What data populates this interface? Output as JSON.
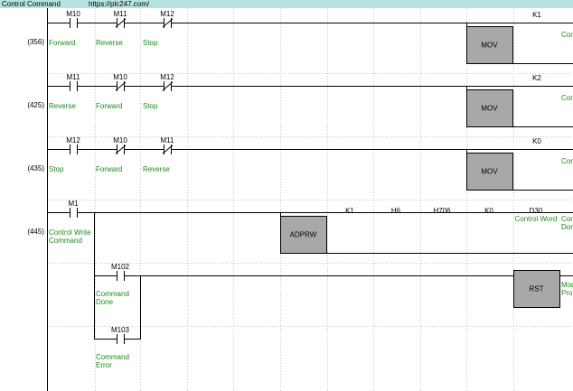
{
  "title_bar": {
    "name": "Control Command",
    "url": "https://plc247.com/"
  },
  "rungs": [
    {
      "step": "(356)",
      "contacts": [
        {
          "device": "M10",
          "comment": "Forward",
          "type": "NO"
        },
        {
          "device": "M11",
          "comment": "Reverse",
          "type": "NC"
        },
        {
          "device": "M12",
          "comment": "Stop",
          "type": "NC"
        }
      ],
      "instruction": {
        "mnemonic": "MOV",
        "operands": [
          "K1"
        ],
        "operand_comment": "Cont"
      }
    },
    {
      "step": "(425)",
      "contacts": [
        {
          "device": "M11",
          "comment": "Reverse",
          "type": "NO"
        },
        {
          "device": "M10",
          "comment": "Forward",
          "type": "NC"
        },
        {
          "device": "M12",
          "comment": "Stop",
          "type": "NC"
        }
      ],
      "instruction": {
        "mnemonic": "MOV",
        "operands": [
          "K2"
        ],
        "operand_comment": "Cont"
      }
    },
    {
      "step": "(435)",
      "contacts": [
        {
          "device": "M12",
          "comment": "Stop",
          "type": "NO"
        },
        {
          "device": "M10",
          "comment": "Forward",
          "type": "NC"
        },
        {
          "device": "M11",
          "comment": "Reverse",
          "type": "NC"
        }
      ],
      "instruction": {
        "mnemonic": "MOV",
        "operands": [
          "K0"
        ],
        "operand_comment": "Cont"
      }
    },
    {
      "step": "(445)",
      "contacts": [
        {
          "device": "M1",
          "comment": "Control Write Command",
          "type": "NO"
        }
      ],
      "instruction": {
        "mnemonic": "ADPRW",
        "operands": [
          "K1",
          "H6",
          "H706",
          "K0",
          "D30"
        ],
        "operand_comments": [
          "",
          "",
          "",
          "",
          "Control Word"
        ],
        "operand_comment": "Cont Don"
      },
      "branches": [
        {
          "device": "M102",
          "comment": "Command Done",
          "type": "NO",
          "instruction": {
            "mnemonic": "RST",
            "operand_comment": "Mod Pro"
          }
        },
        {
          "device": "M103",
          "comment": "Command Error",
          "type": "NO"
        }
      ]
    }
  ]
}
